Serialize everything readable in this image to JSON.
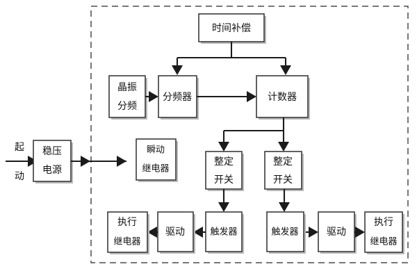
{
  "diagram": {
    "title": "",
    "colors": {
      "background": "#ffffff",
      "box_stroke": "#3a3a3a",
      "box_fill": "#ffffff",
      "box_shadow": "#b9b9b9",
      "edge": "#1b1b1b",
      "dashed_border": "#4a4a4a",
      "text": "#121212"
    },
    "external_labels": [
      {
        "name": "start-signal-line1",
        "text": "起"
      },
      {
        "name": "start-signal-line2",
        "text": "动"
      }
    ],
    "blocks": [
      {
        "id": "power",
        "lines": [
          "稳压",
          "电源"
        ]
      },
      {
        "id": "instant-relay",
        "lines": [
          "瞬动",
          "继电器"
        ]
      },
      {
        "id": "crystal-divider",
        "lines": [
          "晶振",
          "分频"
        ]
      },
      {
        "id": "frequency-divider",
        "lines": [
          "分频器"
        ]
      },
      {
        "id": "time-compensation",
        "lines": [
          "时间补偿"
        ]
      },
      {
        "id": "counter",
        "lines": [
          "计数器"
        ]
      },
      {
        "id": "setting-switch-left",
        "lines": [
          "整定",
          "开关"
        ]
      },
      {
        "id": "setting-switch-right",
        "lines": [
          "整定",
          "开关"
        ]
      },
      {
        "id": "trigger-left",
        "lines": [
          "触发器"
        ]
      },
      {
        "id": "driver-left",
        "lines": [
          "驱动"
        ]
      },
      {
        "id": "exec-relay-left",
        "lines": [
          "执行",
          "继电器"
        ]
      },
      {
        "id": "trigger-right",
        "lines": [
          "触发器"
        ]
      },
      {
        "id": "driver-right",
        "lines": [
          "驱动"
        ]
      },
      {
        "id": "exec-relay-right",
        "lines": [
          "执行",
          "继电器"
        ]
      }
    ],
    "connections": [
      {
        "from": "start-signal",
        "to": "power"
      },
      {
        "from": "power",
        "to": "instant-relay"
      },
      {
        "from": "crystal-divider",
        "to": "frequency-divider"
      },
      {
        "from": "frequency-divider",
        "to": "counter"
      },
      {
        "from": "time-compensation",
        "to": "frequency-divider"
      },
      {
        "from": "time-compensation",
        "to": "counter"
      },
      {
        "from": "counter",
        "to": "setting-switch-left"
      },
      {
        "from": "counter",
        "to": "setting-switch-right"
      },
      {
        "from": "setting-switch-left",
        "to": "trigger-left"
      },
      {
        "from": "setting-switch-right",
        "to": "trigger-right"
      },
      {
        "from": "trigger-left",
        "to": "driver-left"
      },
      {
        "from": "driver-left",
        "to": "exec-relay-left"
      },
      {
        "from": "trigger-right",
        "to": "driver-right"
      },
      {
        "from": "driver-right",
        "to": "exec-relay-right"
      }
    ]
  }
}
